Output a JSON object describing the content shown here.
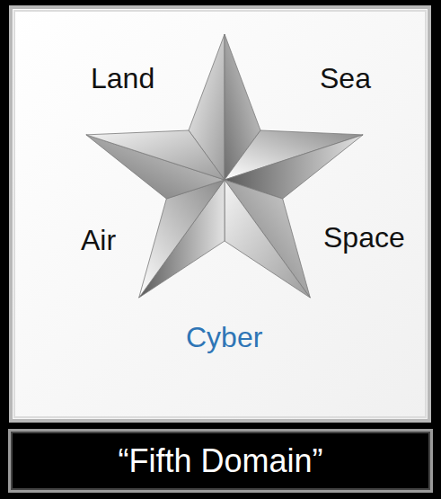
{
  "diagram": {
    "nodes": [
      {
        "text": [
          "“Fifth Domain”"
        ]
      }
    ],
    "labels": [
      "Land",
      "Sea",
      "Air",
      "Space",
      "Cyber"
    ]
  }
}
